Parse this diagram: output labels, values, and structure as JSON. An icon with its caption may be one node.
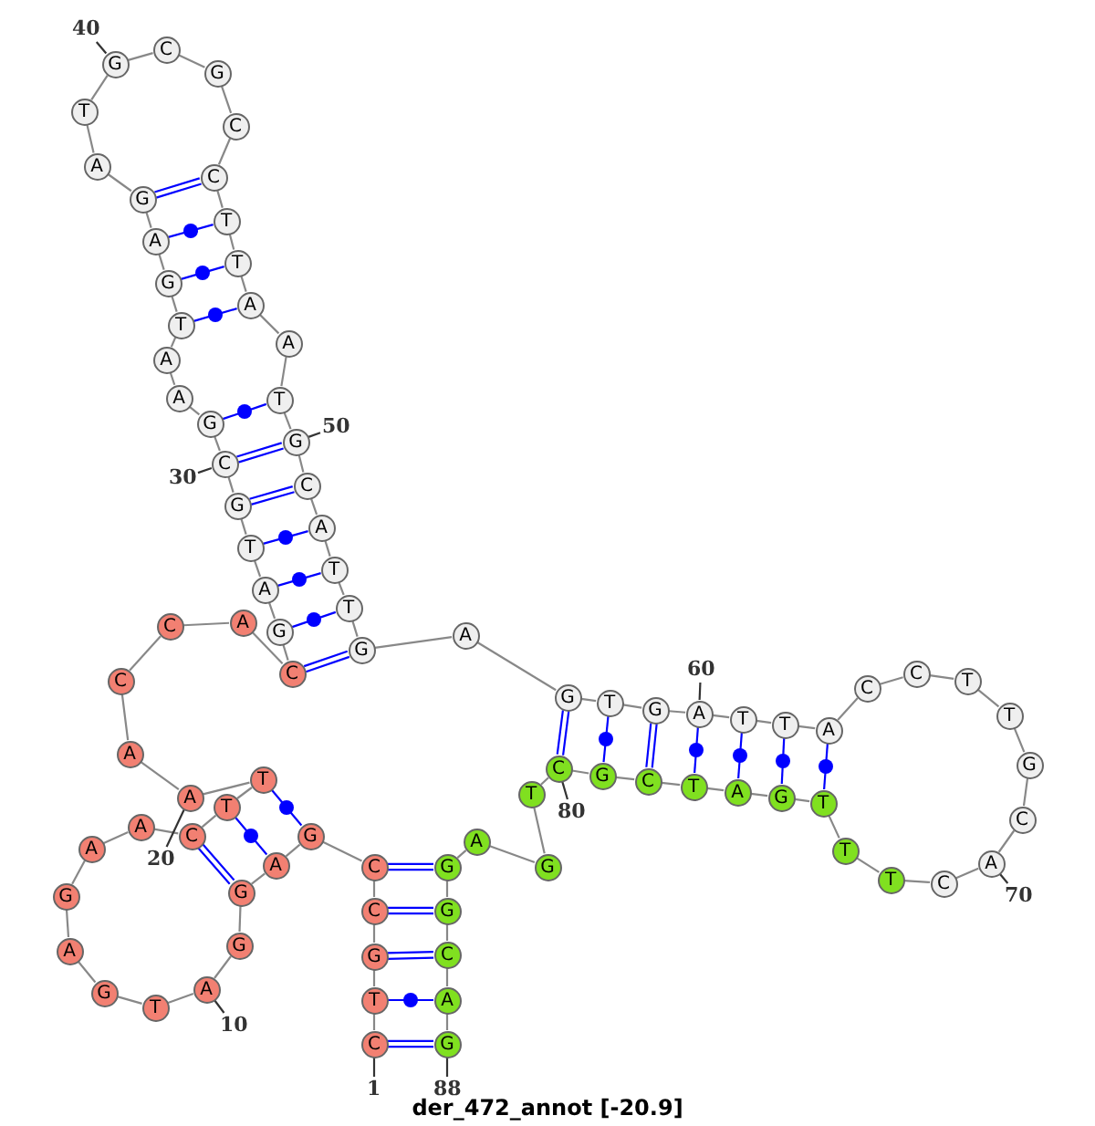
{
  "diagram": {
    "caption": "der_472_annot [-20.9]",
    "nodes": [
      {
        "text": [
          "C"
        ]
      },
      {
        "text": [
          "T"
        ]
      },
      {
        "text": [
          "G"
        ]
      },
      {
        "text": [
          "C"
        ]
      },
      {
        "text": [
          "C"
        ]
      },
      {
        "text": [
          "G"
        ]
      },
      {
        "text": [
          "A"
        ]
      },
      {
        "text": [
          "G"
        ]
      },
      {
        "text": [
          "G"
        ]
      },
      {
        "text": [
          "A"
        ]
      },
      {
        "text": [
          "T"
        ]
      },
      {
        "text": [
          "G"
        ]
      },
      {
        "text": [
          "A"
        ]
      },
      {
        "text": [
          "G"
        ]
      },
      {
        "text": [
          "A"
        ]
      },
      {
        "text": [
          "A"
        ]
      },
      {
        "text": [
          "C"
        ]
      },
      {
        "text": [
          "T"
        ]
      },
      {
        "text": [
          "T"
        ]
      },
      {
        "text": [
          "A"
        ]
      },
      {
        "text": [
          "A"
        ]
      },
      {
        "text": [
          "C"
        ]
      },
      {
        "text": [
          "C"
        ]
      },
      {
        "text": [
          "A"
        ]
      },
      {
        "text": [
          "C"
        ]
      },
      {
        "text": [
          "G"
        ]
      },
      {
        "text": [
          "A"
        ]
      },
      {
        "text": [
          "T"
        ]
      },
      {
        "text": [
          "G"
        ]
      },
      {
        "text": [
          "C"
        ]
      },
      {
        "text": [
          "G"
        ]
      },
      {
        "text": [
          "A"
        ]
      },
      {
        "text": [
          "A"
        ]
      },
      {
        "text": [
          "T"
        ]
      },
      {
        "text": [
          "G"
        ]
      },
      {
        "text": [
          "A"
        ]
      },
      {
        "text": [
          "G"
        ]
      },
      {
        "text": [
          "A"
        ]
      },
      {
        "text": [
          "T"
        ]
      },
      {
        "text": [
          "G"
        ]
      },
      {
        "text": [
          "C"
        ]
      },
      {
        "text": [
          "G"
        ]
      },
      {
        "text": [
          "C"
        ]
      },
      {
        "text": [
          "C"
        ]
      },
      {
        "text": [
          "T"
        ]
      },
      {
        "text": [
          "T"
        ]
      },
      {
        "text": [
          "A"
        ]
      },
      {
        "text": [
          "A"
        ]
      },
      {
        "text": [
          "T"
        ]
      },
      {
        "text": [
          "G"
        ]
      },
      {
        "text": [
          "C"
        ]
      },
      {
        "text": [
          "A"
        ]
      },
      {
        "text": [
          "T"
        ]
      },
      {
        "text": [
          "T"
        ]
      },
      {
        "text": [
          "G"
        ]
      },
      {
        "text": [
          "A"
        ]
      },
      {
        "text": [
          "G"
        ]
      },
      {
        "text": [
          "T"
        ]
      },
      {
        "text": [
          "G"
        ]
      },
      {
        "text": [
          "A"
        ]
      },
      {
        "text": [
          "T"
        ]
      },
      {
        "text": [
          "T"
        ]
      },
      {
        "text": [
          "A"
        ]
      },
      {
        "text": [
          "C"
        ]
      },
      {
        "text": [
          "C"
        ]
      },
      {
        "text": [
          "T"
        ]
      },
      {
        "text": [
          "T"
        ]
      },
      {
        "text": [
          "G"
        ]
      },
      {
        "text": [
          "C"
        ]
      },
      {
        "text": [
          "A"
        ]
      },
      {
        "text": [
          "C"
        ]
      },
      {
        "text": [
          "T"
        ]
      },
      {
        "text": [
          "T"
        ]
      },
      {
        "text": [
          "T"
        ]
      },
      {
        "text": [
          "G"
        ]
      },
      {
        "text": [
          "A"
        ]
      },
      {
        "text": [
          "T"
        ]
      },
      {
        "text": [
          "C"
        ]
      },
      {
        "text": [
          "G"
        ]
      },
      {
        "text": [
          "C"
        ]
      },
      {
        "text": [
          "T"
        ]
      },
      {
        "text": [
          "G"
        ]
      },
      {
        "text": [
          "A"
        ]
      },
      {
        "text": [
          "G"
        ]
      },
      {
        "text": [
          "G"
        ]
      },
      {
        "text": [
          "C"
        ]
      },
      {
        "text": [
          "A"
        ]
      },
      {
        "text": [
          "G"
        ]
      },
      {
        "text": [
          "1"
        ]
      },
      {
        "text": [
          "88"
        ]
      },
      {
        "text": [
          "10"
        ]
      },
      {
        "text": [
          "20"
        ]
      },
      {
        "text": [
          "30"
        ]
      },
      {
        "text": [
          "40"
        ]
      },
      {
        "text": [
          "50"
        ]
      },
      {
        "text": [
          "60"
        ]
      },
      {
        "text": [
          "70"
        ]
      },
      {
        "text": [
          "80"
        ]
      }
    ],
    "edges": [
      {
        "from": 0,
        "to": 1,
        "arrow": "none"
      },
      {
        "from": 1,
        "to": 2,
        "arrow": "none"
      },
      {
        "from": 2,
        "to": 3,
        "arrow": "none"
      },
      {
        "from": 3,
        "to": 4,
        "arrow": "none"
      },
      {
        "from": 4,
        "to": 5,
        "arrow": "none"
      },
      {
        "from": 5,
        "to": 6,
        "arrow": "none"
      },
      {
        "from": 6,
        "to": 7,
        "arrow": "none"
      },
      {
        "from": 7,
        "to": 8,
        "arrow": "none"
      },
      {
        "from": 8,
        "to": 9,
        "arrow": "none"
      },
      {
        "from": 9,
        "to": 10,
        "arrow": "none"
      },
      {
        "from": 10,
        "to": 11,
        "arrow": "none"
      },
      {
        "from": 11,
        "to": 12,
        "arrow": "none"
      },
      {
        "from": 12,
        "to": 13,
        "arrow": "none"
      },
      {
        "from": 13,
        "to": 14,
        "arrow": "none"
      },
      {
        "from": 14,
        "to": 15,
        "arrow": "none"
      },
      {
        "from": 15,
        "to": 16,
        "arrow": "none"
      },
      {
        "from": 16,
        "to": 17,
        "arrow": "none"
      },
      {
        "from": 17,
        "to": 18,
        "arrow": "none"
      },
      {
        "from": 18,
        "to": 19,
        "arrow": "none"
      },
      {
        "from": 19,
        "to": 20,
        "arrow": "none"
      },
      {
        "from": 20,
        "to": 21,
        "arrow": "none"
      },
      {
        "from": 21,
        "to": 22,
        "arrow": "none"
      },
      {
        "from": 22,
        "to": 23,
        "arrow": "none"
      },
      {
        "from": 23,
        "to": 24,
        "arrow": "none"
      },
      {
        "from": 24,
        "to": 25,
        "arrow": "none"
      },
      {
        "from": 25,
        "to": 26,
        "arrow": "none"
      },
      {
        "from": 26,
        "to": 27,
        "arrow": "none"
      },
      {
        "from": 27,
        "to": 28,
        "arrow": "none"
      },
      {
        "from": 28,
        "to": 29,
        "arrow": "none"
      },
      {
        "from": 29,
        "to": 30,
        "arrow": "none"
      },
      {
        "from": 30,
        "to": 31,
        "arrow": "none"
      },
      {
        "from": 31,
        "to": 32,
        "arrow": "none"
      },
      {
        "from": 32,
        "to": 33,
        "arrow": "none"
      },
      {
        "from": 33,
        "to": 34,
        "arrow": "none"
      },
      {
        "from": 34,
        "to": 35,
        "arrow": "none"
      },
      {
        "from": 35,
        "to": 36,
        "arrow": "none"
      },
      {
        "from": 36,
        "to": 37,
        "arrow": "none"
      },
      {
        "from": 37,
        "to": 38,
        "arrow": "none"
      },
      {
        "from": 38,
        "to": 39,
        "arrow": "none"
      },
      {
        "from": 39,
        "to": 40,
        "arrow": "none"
      },
      {
        "from": 40,
        "to": 41,
        "arrow": "none"
      },
      {
        "from": 41,
        "to": 42,
        "arrow": "none"
      },
      {
        "from": 42,
        "to": 43,
        "arrow": "none"
      },
      {
        "from": 43,
        "to": 44,
        "arrow": "none"
      },
      {
        "from": 44,
        "to": 45,
        "arrow": "none"
      },
      {
        "from": 45,
        "to": 46,
        "arrow": "none"
      },
      {
        "from": 46,
        "to": 47,
        "arrow": "none"
      },
      {
        "from": 47,
        "to": 48,
        "arrow": "none"
      },
      {
        "from": 48,
        "to": 49,
        "arrow": "none"
      },
      {
        "from": 49,
        "to": 50,
        "arrow": "none"
      },
      {
        "from": 50,
        "to": 51,
        "arrow": "none"
      },
      {
        "from": 51,
        "to": 52,
        "arrow": "none"
      },
      {
        "from": 52,
        "to": 53,
        "arrow": "none"
      },
      {
        "from": 53,
        "to": 54,
        "arrow": "none"
      },
      {
        "from": 54,
        "to": 55,
        "arrow": "none"
      },
      {
        "from": 55,
        "to": 56,
        "arrow": "none"
      },
      {
        "from": 56,
        "to": 57,
        "arrow": "none"
      },
      {
        "from": 57,
        "to": 58,
        "arrow": "none"
      },
      {
        "from": 58,
        "to": 59,
        "arrow": "none"
      },
      {
        "from": 59,
        "to": 60,
        "arrow": "none"
      },
      {
        "from": 60,
        "to": 61,
        "arrow": "none"
      },
      {
        "from": 61,
        "to": 62,
        "arrow": "none"
      },
      {
        "from": 62,
        "to": 63,
        "arrow": "none"
      },
      {
        "from": 63,
        "to": 64,
        "arrow": "none"
      },
      {
        "from": 64,
        "to": 65,
        "arrow": "none"
      },
      {
        "from": 65,
        "to": 66,
        "arrow": "none"
      },
      {
        "from": 66,
        "to": 67,
        "arrow": "none"
      },
      {
        "from": 67,
        "to": 68,
        "arrow": "none"
      },
      {
        "from": 68,
        "to": 69,
        "arrow": "none"
      },
      {
        "from": 69,
        "to": 70,
        "arrow": "none"
      },
      {
        "from": 70,
        "to": 71,
        "arrow": "none"
      },
      {
        "from": 71,
        "to": 72,
        "arrow": "none"
      },
      {
        "from": 72,
        "to": 73,
        "arrow": "none"
      },
      {
        "from": 73,
        "to": 74,
        "arrow": "none"
      },
      {
        "from": 74,
        "to": 75,
        "arrow": "none"
      },
      {
        "from": 75,
        "to": 76,
        "arrow": "none"
      },
      {
        "from": 76,
        "to": 77,
        "arrow": "none"
      },
      {
        "from": 77,
        "to": 78,
        "arrow": "none"
      },
      {
        "from": 78,
        "to": 79,
        "arrow": "none"
      },
      {
        "from": 79,
        "to": 80,
        "arrow": "none"
      },
      {
        "from": 80,
        "to": 81,
        "arrow": "none"
      },
      {
        "from": 81,
        "to": 82,
        "arrow": "none"
      },
      {
        "from": 82,
        "to": 83,
        "arrow": "none"
      },
      {
        "from": 83,
        "to": 84,
        "arrow": "none"
      },
      {
        "from": 84,
        "to": 85,
        "arrow": "none"
      },
      {
        "from": 85,
        "to": 86,
        "arrow": "none"
      },
      {
        "from": 86,
        "to": 87,
        "arrow": "none"
      },
      {
        "from": 0,
        "to": 87,
        "arrow": "none",
        "color": "#0000ff"
      },
      {
        "from": 1,
        "to": 86,
        "arrow": "none",
        "color": "#0000ff"
      },
      {
        "from": 2,
        "to": 85,
        "arrow": "none",
        "color": "#0000ff"
      },
      {
        "from": 3,
        "to": 84,
        "arrow": "none",
        "color": "#0000ff"
      },
      {
        "from": 4,
        "to": 83,
        "arrow": "none",
        "color": "#0000ff"
      },
      {
        "from": 5,
        "to": 18,
        "arrow": "none",
        "color": "#0000ff"
      },
      {
        "from": 6,
        "to": 17,
        "arrow": "none",
        "color": "#0000ff"
      },
      {
        "from": 7,
        "to": 16,
        "arrow": "none",
        "color": "#0000ff"
      },
      {
        "from": 24,
        "to": 54,
        "arrow": "none",
        "color": "#0000ff"
      },
      {
        "from": 25,
        "to": 53,
        "arrow": "none",
        "color": "#0000ff"
      },
      {
        "from": 26,
        "to": 52,
        "arrow": "none",
        "color": "#0000ff"
      },
      {
        "from": 27,
        "to": 51,
        "arrow": "none",
        "color": "#0000ff"
      },
      {
        "from": 28,
        "to": 50,
        "arrow": "none",
        "color": "#0000ff"
      },
      {
        "from": 29,
        "to": 49,
        "arrow": "none",
        "color": "#0000ff"
      },
      {
        "from": 30,
        "to": 48,
        "arrow": "none",
        "color": "#0000ff"
      },
      {
        "from": 33,
        "to": 46,
        "arrow": "none",
        "color": "#0000ff"
      },
      {
        "from": 34,
        "to": 45,
        "arrow": "none",
        "color": "#0000ff"
      },
      {
        "from": 35,
        "to": 44,
        "arrow": "none",
        "color": "#0000ff"
      },
      {
        "from": 36,
        "to": 43,
        "arrow": "none",
        "color": "#0000ff"
      },
      {
        "from": 56,
        "to": 79,
        "arrow": "none",
        "color": "#0000ff"
      },
      {
        "from": 57,
        "to": 78,
        "arrow": "none",
        "color": "#0000ff"
      },
      {
        "from": 58,
        "to": 77,
        "arrow": "none",
        "color": "#0000ff"
      },
      {
        "from": 59,
        "to": 76,
        "arrow": "none",
        "color": "#0000ff"
      },
      {
        "from": 60,
        "to": 75,
        "arrow": "none",
        "color": "#0000ff"
      },
      {
        "from": 61,
        "to": 74,
        "arrow": "none",
        "color": "#0000ff"
      },
      {
        "from": 62,
        "to": 73,
        "arrow": "none",
        "color": "#0000ff"
      },
      {
        "from": 88,
        "to": 0,
        "arrow": "none",
        "color": "#333333"
      },
      {
        "from": 89,
        "to": 87,
        "arrow": "none",
        "color": "#333333"
      },
      {
        "from": 90,
        "to": 9,
        "arrow": "none",
        "color": "#333333"
      },
      {
        "from": 91,
        "to": 19,
        "arrow": "none",
        "color": "#333333"
      },
      {
        "from": 92,
        "to": 29,
        "arrow": "none",
        "color": "#333333"
      },
      {
        "from": 93,
        "to": 39,
        "arrow": "none",
        "color": "#333333"
      },
      {
        "from": 94,
        "to": 49,
        "arrow": "none",
        "color": "#333333"
      },
      {
        "from": 95,
        "to": 59,
        "arrow": "none",
        "color": "#333333"
      },
      {
        "from": 96,
        "to": 69,
        "arrow": "none",
        "color": "#333333"
      },
      {
        "from": 97,
        "to": 79,
        "arrow": "none",
        "color": "#333333"
      }
    ]
  }
}
